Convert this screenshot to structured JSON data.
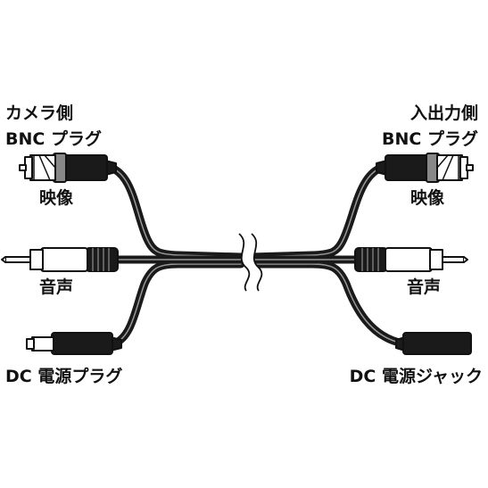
{
  "labels": {
    "camera_side": "カメラ側",
    "bnc_plug_left": "BNC プラグ",
    "input_side": "入出力側",
    "bnc_plug_right": "BNC プラグ",
    "video_left": "映像",
    "video_right": "映像",
    "audio_left": "音声",
    "audio_right": "音声",
    "dc_plug": "DC 電源プラグ",
    "dc_jack": "DC 電源ジャック"
  },
  "colors": {
    "cable": "#1a1a1a",
    "cable_highlight": "#9a9a9a",
    "connector_fill": "#ffffff",
    "outline": "#111111"
  }
}
